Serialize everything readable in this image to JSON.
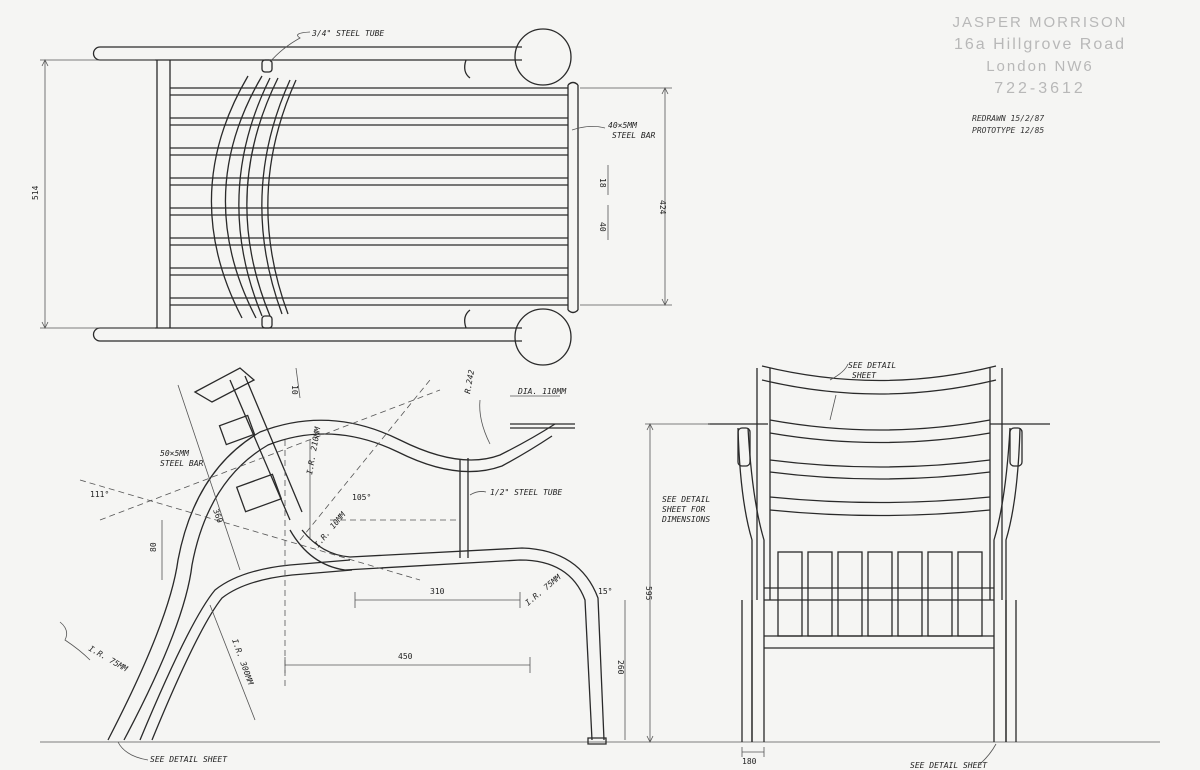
{
  "title_block": {
    "line1": "JASPER MORRISON",
    "line2": "16a Hillgrove Road",
    "line3": "London NW6",
    "line4": "722-3612"
  },
  "revision": {
    "redrawn": "REDRAWN 15/2/87",
    "prototype": "PROTOTYPE 12/85"
  },
  "plan_view": {
    "tube_note": "3/4\" STEEL TUBE",
    "bar_note_1": "40×5MM",
    "bar_note_2": "STEEL BAR",
    "dim_width": "514",
    "dim_depth": "424",
    "dim_gap": "18",
    "dim_bar": "40"
  },
  "side_view": {
    "dia_note": "DIA. 110MM",
    "r_note": "R.242",
    "bar_note_1": "50×5MM",
    "bar_note_2": "STEEL BAR",
    "tube_note": "1/2\" STEEL TUBE",
    "angle_111": "111°",
    "angle_105": "105°",
    "angle_15": "15°",
    "dim_10": "10",
    "dim_360": "360",
    "dim_80": "80",
    "dim_310": "310",
    "dim_450": "450",
    "dim_260": "260",
    "ir_210": "I.R. 210MM",
    "ir_10": "I.R. 10MM",
    "ir_75": "I.R. 75MM",
    "ir_75b": "I.R. 75MM",
    "ir_300": "I.R. 300MM",
    "see_detail": "SEE DETAIL SHEET"
  },
  "front_view": {
    "see_detail_top_1": "SEE DETAIL",
    "see_detail_top_2": "SHEET",
    "see_detail_side_1": "SEE DETAIL",
    "see_detail_side_2": "SHEET FOR",
    "see_detail_side_3": "DIMENSIONS",
    "dim_595": "595",
    "dim_bottom": "180",
    "see_detail_bottom": "SEE DETAIL SHEET"
  }
}
